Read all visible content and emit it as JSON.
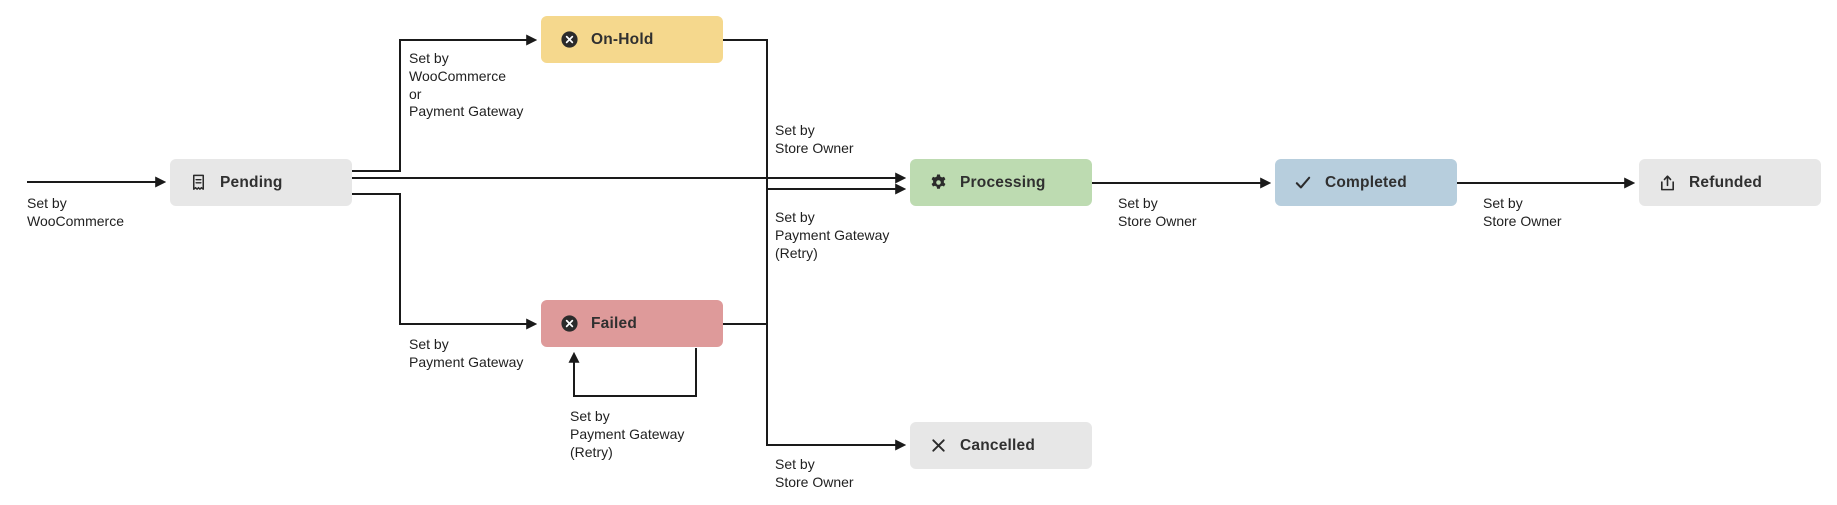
{
  "diagram": {
    "nodes": {
      "pending": {
        "label": "Pending",
        "color": "#e7e7e7"
      },
      "on_hold": {
        "label": "On-Hold",
        "color": "#f5d88d"
      },
      "processing": {
        "label": "Processing",
        "color": "#bddbb1"
      },
      "completed": {
        "label": "Completed",
        "color": "#b7cedd"
      },
      "refunded": {
        "label": "Refunded",
        "color": "#e7e7e7"
      },
      "failed": {
        "label": "Failed",
        "color": "#de9a9a"
      },
      "cancelled": {
        "label": "Cancelled",
        "color": "#e7e7e7"
      }
    },
    "edge_labels": {
      "start_to_pending": "Set by\nWooCommerce",
      "pending_to_on_hold": "Set by\nWooCommerce\nor\nPayment Gateway",
      "pending_to_failed": "Set by\nPayment Gateway",
      "on_hold_to_processing": "Set by\nStore Owner",
      "failed_to_processing": "Set by\nPayment Gateway\n(Retry)",
      "failed_retry_loop": "Set by\nPayment Gateway\n(Retry)",
      "failed_to_cancelled": "Set by\nStore Owner",
      "processing_to_completed": "Set by\nStore Owner",
      "completed_to_refunded": "Set by\nStore Owner"
    },
    "line_color": "#1a1a1a",
    "icon_color": "#2b2b2b"
  }
}
